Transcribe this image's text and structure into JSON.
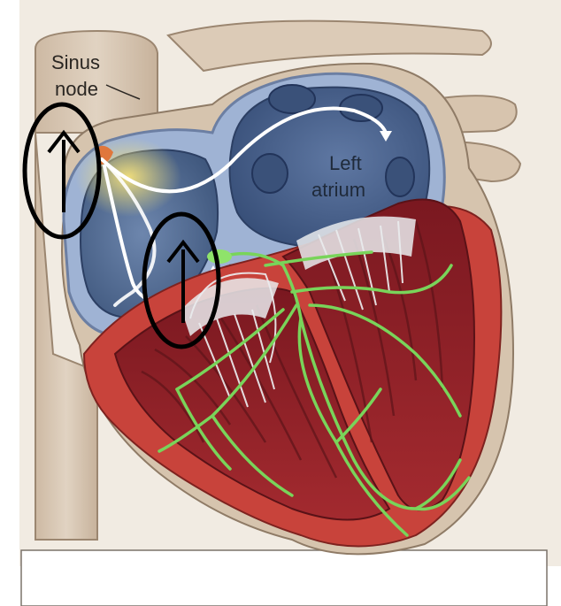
{
  "labels": {
    "sinus_line1": "Sinus",
    "sinus_line2": "node",
    "left_line1": "Left",
    "left_line2": "atrium"
  },
  "annotations": [
    {
      "name": "annotation-arrow-sinus",
      "direction": "up"
    },
    {
      "name": "annotation-arrow-av",
      "direction": "up"
    }
  ],
  "colors": {
    "background": "#f1ebe2",
    "vessel": "#d8c7b3",
    "atrium_wall": "#9fb3d4",
    "atrium_chamber": "#4e6690",
    "myocardium": "#c8433b",
    "ventricle_inner": "#8e1f26",
    "conduction_path": "#79d45a",
    "sinus_node": "#e0773c",
    "annotation": "#000000"
  }
}
